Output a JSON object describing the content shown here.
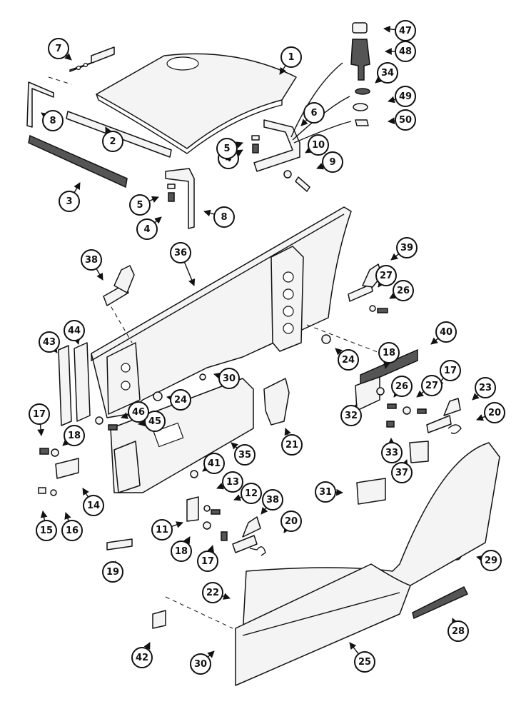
{
  "diagram": {
    "type": "exploded parts diagram",
    "callouts": [
      "1",
      "2",
      "3",
      "4",
      "4",
      "5",
      "5",
      "6",
      "7",
      "8",
      "8",
      "9",
      "10",
      "11",
      "12",
      "13",
      "14",
      "15",
      "16",
      "17",
      "17",
      "17",
      "18",
      "18",
      "18",
      "19",
      "20",
      "20",
      "21",
      "22",
      "23",
      "24",
      "24",
      "25",
      "26",
      "26",
      "27",
      "27",
      "28",
      "29",
      "30",
      "30",
      "31",
      "32",
      "33",
      "34",
      "35",
      "36",
      "37",
      "38",
      "38",
      "39",
      "40",
      "41",
      "42",
      "43",
      "44",
      "45",
      "46",
      "47",
      "48",
      "49",
      "50"
    ]
  }
}
